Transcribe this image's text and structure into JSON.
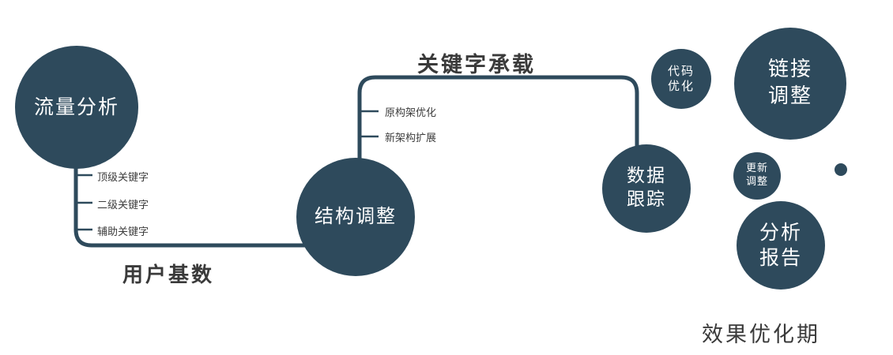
{
  "colors": {
    "navy": "#2e4a5c",
    "label_dark": "#3a3a3a",
    "circle_text": "#ffffff",
    "background": "#ffffff"
  },
  "circles": {
    "traffic": {
      "label": "流量分析"
    },
    "structure": {
      "label": "结构调整"
    },
    "tracking": {
      "line1": "数据",
      "line2": "跟踪"
    },
    "code": {
      "line1": "代码",
      "line2": "优化"
    },
    "link": {
      "line1": "链接",
      "line2": "调整"
    },
    "update": {
      "line1": "更新",
      "line2": "调整"
    },
    "report": {
      "line1": "分析",
      "line2": "报告"
    }
  },
  "branch_labels": {
    "user_base": "用户基数",
    "keyword_carry": "关键字承载",
    "effect_period": "效果优化期"
  },
  "ticks1": [
    "顶级关键字",
    "二级关键字",
    "辅助关键字"
  ],
  "ticks2": [
    "原构架优化",
    "新架构扩展"
  ]
}
